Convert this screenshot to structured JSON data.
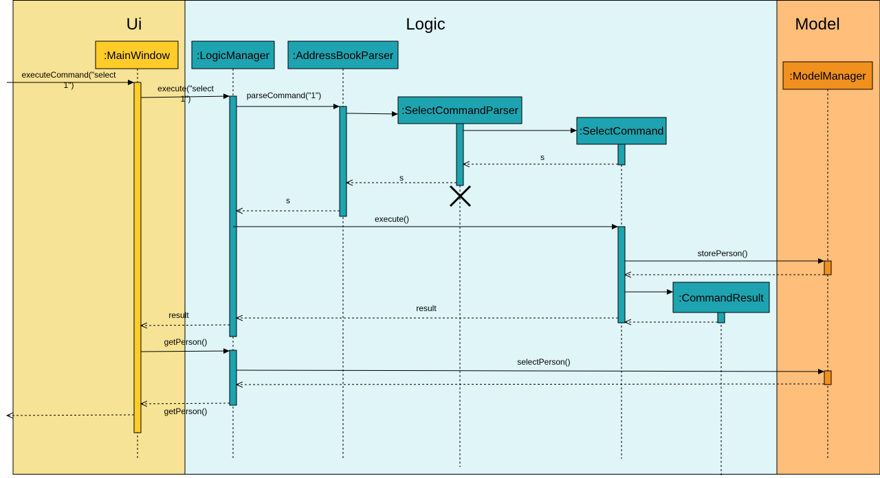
{
  "lanes": [
    {
      "id": "ui",
      "title": "Ui",
      "fill": "#f7e395"
    },
    {
      "id": "logic",
      "title": "Logic",
      "fill": "#dff5f8"
    },
    {
      "id": "model",
      "title": "Model",
      "fill": "#ffbe7a"
    }
  ],
  "participants": [
    {
      "id": "mainwindow",
      "label": ":MainWindow"
    },
    {
      "id": "logicmanager",
      "label": ":LogicManager"
    },
    {
      "id": "addressbookparser",
      "label": ":AddressBookParser"
    },
    {
      "id": "selectcommandparser",
      "label": ":SelectCommandParser"
    },
    {
      "id": "selectcommand",
      "label": ":SelectCommand"
    },
    {
      "id": "modelmanager",
      "label": ":ModelManager"
    },
    {
      "id": "commandresult",
      "label": ":CommandResult"
    }
  ],
  "messages": [
    {
      "id": "m1",
      "label": "executeCommand(\"select 1\")",
      "label_lines": [
        "executeCommand(\"select",
        "1\")"
      ],
      "kind": "call"
    },
    {
      "id": "m2",
      "label": "execute(\"select 1\")",
      "label_lines": [
        "execute(\"select",
        "1\")"
      ],
      "kind": "call"
    },
    {
      "id": "m3",
      "label": "parseCommand(\"1\")",
      "kind": "call"
    },
    {
      "id": "m4",
      "label": "",
      "kind": "create"
    },
    {
      "id": "m5",
      "label": "",
      "kind": "create"
    },
    {
      "id": "m6",
      "label": "s",
      "kind": "return"
    },
    {
      "id": "m7",
      "label": "s",
      "kind": "return"
    },
    {
      "id": "m8",
      "label": "s",
      "kind": "return"
    },
    {
      "id": "m9",
      "label": "execute()",
      "kind": "call"
    },
    {
      "id": "m10",
      "label": "storePerson()",
      "kind": "call"
    },
    {
      "id": "m11",
      "label": "",
      "kind": "return"
    },
    {
      "id": "m12",
      "label": "",
      "kind": "create"
    },
    {
      "id": "m13",
      "label": "",
      "kind": "return"
    },
    {
      "id": "m14",
      "label": "result",
      "kind": "return"
    },
    {
      "id": "m15",
      "label": "result",
      "kind": "return"
    },
    {
      "id": "m16",
      "label": "getPerson()",
      "kind": "call"
    },
    {
      "id": "m17",
      "label": "selectPerson()",
      "kind": "call"
    },
    {
      "id": "m18",
      "label": "",
      "kind": "return"
    },
    {
      "id": "m19",
      "label": "getPerson()",
      "kind": "return"
    },
    {
      "id": "m20",
      "label": "",
      "kind": "return"
    }
  ],
  "colors": {
    "ui_box": "#ffcc29",
    "logic_box": "#1ea3b0",
    "model_box": "#f0901e",
    "stroke": "#000000"
  }
}
